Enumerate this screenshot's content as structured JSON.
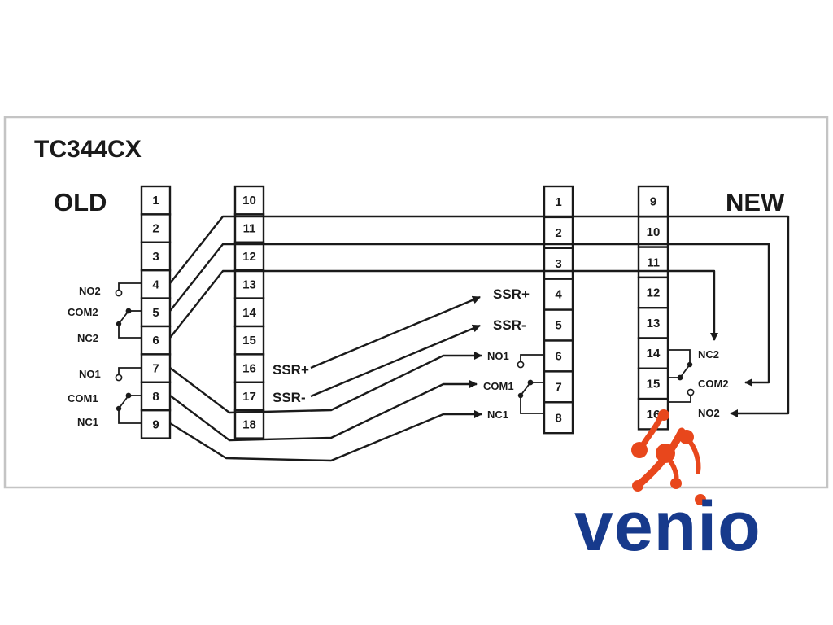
{
  "title": "TC344CX",
  "old": {
    "label": "OLD",
    "blockA": [
      "1",
      "2",
      "3",
      "4",
      "5",
      "6",
      "7",
      "8",
      "9"
    ],
    "blockB": [
      "10",
      "11",
      "12",
      "13",
      "14",
      "15",
      "16",
      "17",
      "18"
    ],
    "labels": {
      "no2": "NO2",
      "com2": "COM2",
      "nc2": "NC2",
      "no1": "NO1",
      "com1": "COM1",
      "nc1": "NC1",
      "ssr_plus": "SSR+",
      "ssr_minus": "SSR-"
    }
  },
  "new": {
    "label": "NEW",
    "blockA": [
      "1",
      "2",
      "3",
      "4",
      "5",
      "6",
      "7",
      "8"
    ],
    "blockB": [
      "9",
      "10",
      "11",
      "12",
      "13",
      "14",
      "15",
      "16"
    ],
    "labels": {
      "ssr_plus": "SSR+",
      "ssr_minus": "SSR-",
      "no1": "NO1",
      "com1": "COM1",
      "nc1": "NC1",
      "nc2": "NC2",
      "com2": "COM2",
      "no2": "NO2"
    }
  },
  "logo": {
    "text": "venio",
    "text_color": "#173a8c",
    "mark_color": "#e8471c"
  },
  "colors": {
    "line": "#1a1a1a",
    "frame_border": "#c4c4c4"
  }
}
